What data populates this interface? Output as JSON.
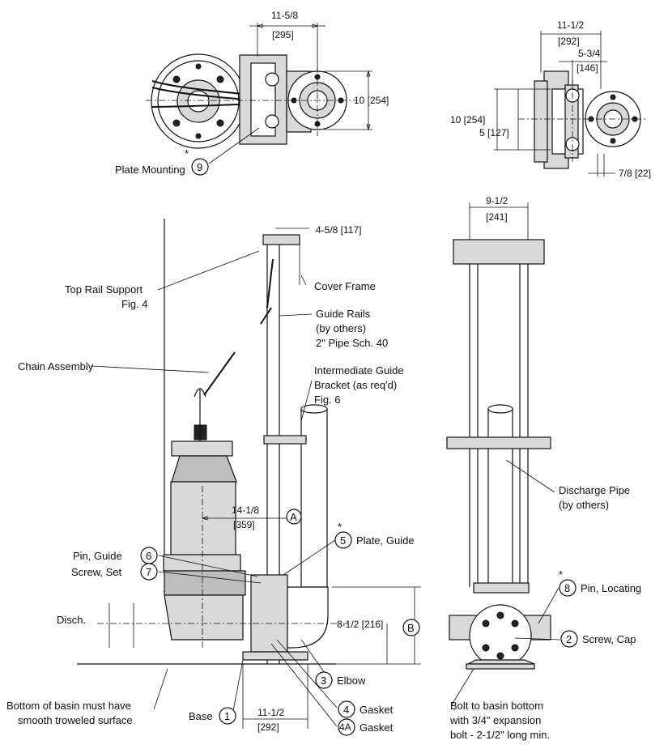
{
  "top_left_view": {
    "dim_width": "11-5/8",
    "dim_width_mm": "[295]",
    "dim_height": "10 [254]",
    "plate_mounting_label": "Plate Mounting",
    "plate_mounting_note": "*",
    "plate_mounting_number": "9"
  },
  "top_right_view": {
    "dim_width": "11-1/2",
    "dim_width_mm": "[292]",
    "dim_offset": "5-3/4",
    "dim_offset_mm": "[146]",
    "dim_height": "10 [254]",
    "dim_half_height": "5 [127]",
    "dim_flange": "7/8 [22]"
  },
  "side_view": {
    "dim_rail_offset": "4-5/8 [117]",
    "cover_frame": "Cover Frame",
    "top_rail_support": "Top Rail Support",
    "top_rail_support_fig": "Fig. 4",
    "guide_rails_line1": "Guide Rails",
    "guide_rails_line2": "(by others)",
    "guide_rails_line3": "2\" Pipe Sch. 40",
    "chain_assembly": "Chain Assembly",
    "intermediate_line1": "Intermediate Guide",
    "intermediate_line2": "Bracket (as req'd)",
    "intermediate_line3": "Fig. 6",
    "dim_pump_to_rail": "14-1/8",
    "dim_pump_to_rail_mm": "[359]",
    "callout_a": "A",
    "callout_b": "B",
    "plate_guide_note": "*",
    "plate_guide_number": "5",
    "plate_guide_label": "Plate, Guide",
    "pin_guide_number": "6",
    "pin_guide_label": "Pin, Guide",
    "screw_set_number": "7",
    "screw_set_label": "Screw, Set",
    "disch_label": "Disch.",
    "dim_base_height": "8-1/2 [216]",
    "elbow_number": "3",
    "elbow_label": "Elbow",
    "gasket_number": "4",
    "gasket_label": "Gasket",
    "gasket4a_number": "4A",
    "gasket4a_label": "Gasket",
    "base_number": "1",
    "base_label": "Base",
    "dim_base_width": "11-1/2",
    "dim_base_width_mm": "[292]",
    "basin_note_line1": "Bottom of basin must have",
    "basin_note_line2": "smooth troweled surface"
  },
  "front_view": {
    "dim_width": "9-1/2",
    "dim_width_mm": "[241]",
    "discharge_pipe_line1": "Discharge Pipe",
    "discharge_pipe_line2": "(by others)",
    "pin_locating_note": "*",
    "pin_locating_number": "8",
    "pin_locating_label": "Pin, Locating",
    "screw_cap_number": "2",
    "screw_cap_label": "Screw, Cap",
    "bolt_note_line1": "Bolt to basin bottom",
    "bolt_note_line2": "with 3/4\" expansion",
    "bolt_note_line3": "bolt - 2-1/2\" long min."
  }
}
